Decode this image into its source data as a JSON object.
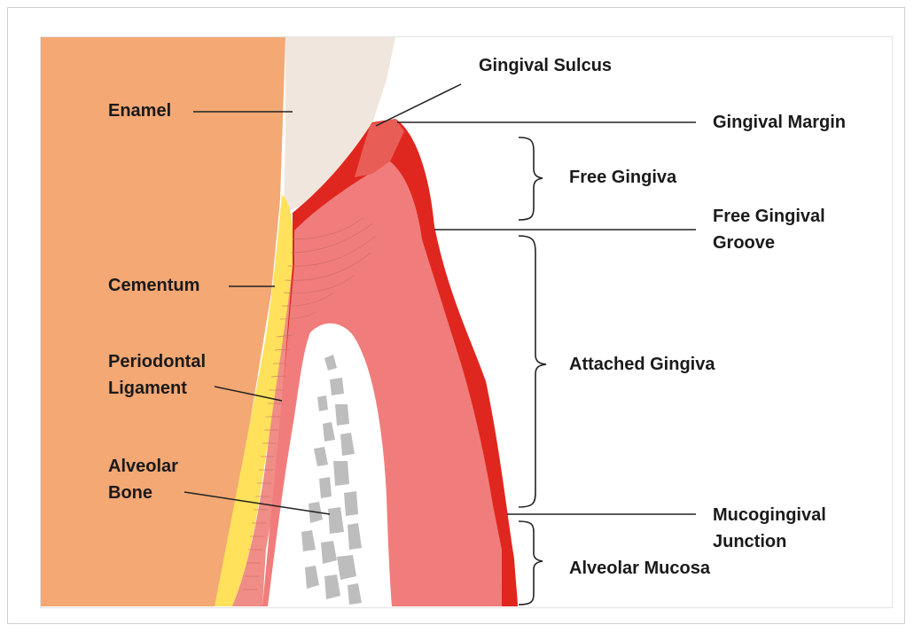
{
  "labels": {
    "enamel": "Enamel",
    "cementum": "Cementum",
    "periodontal_ligament_1": "Periodontal",
    "periodontal_ligament_2": "Ligament",
    "alveolar_bone_1": "Alveolar",
    "alveolar_bone_2": "Bone",
    "gingival_sulcus": "Gingival Sulcus",
    "gingival_margin": "Gingival Margin",
    "free_gingiva": "Free Gingiva",
    "free_gingival_groove_1": "Free Gingival",
    "free_gingival_groove_2": "Groove",
    "attached_gingiva": "Attached Gingiva",
    "mucogingival_junction_1": "Mucogingival",
    "mucogingival_junction_2": "Junction",
    "alveolar_mucosa": "Alveolar Mucosa"
  },
  "colors": {
    "tooth": "#f4a874",
    "enamel": "#f0e6dd",
    "cementum": "#ffe15c",
    "ligament": "#ef8d86",
    "connective_tissue": "#f07d7b",
    "epithelium": "#e0271f",
    "margin_tip": "#e85e57",
    "bone": "#ffffff",
    "trabecula": "#bdbdbd",
    "line": "#222222"
  }
}
